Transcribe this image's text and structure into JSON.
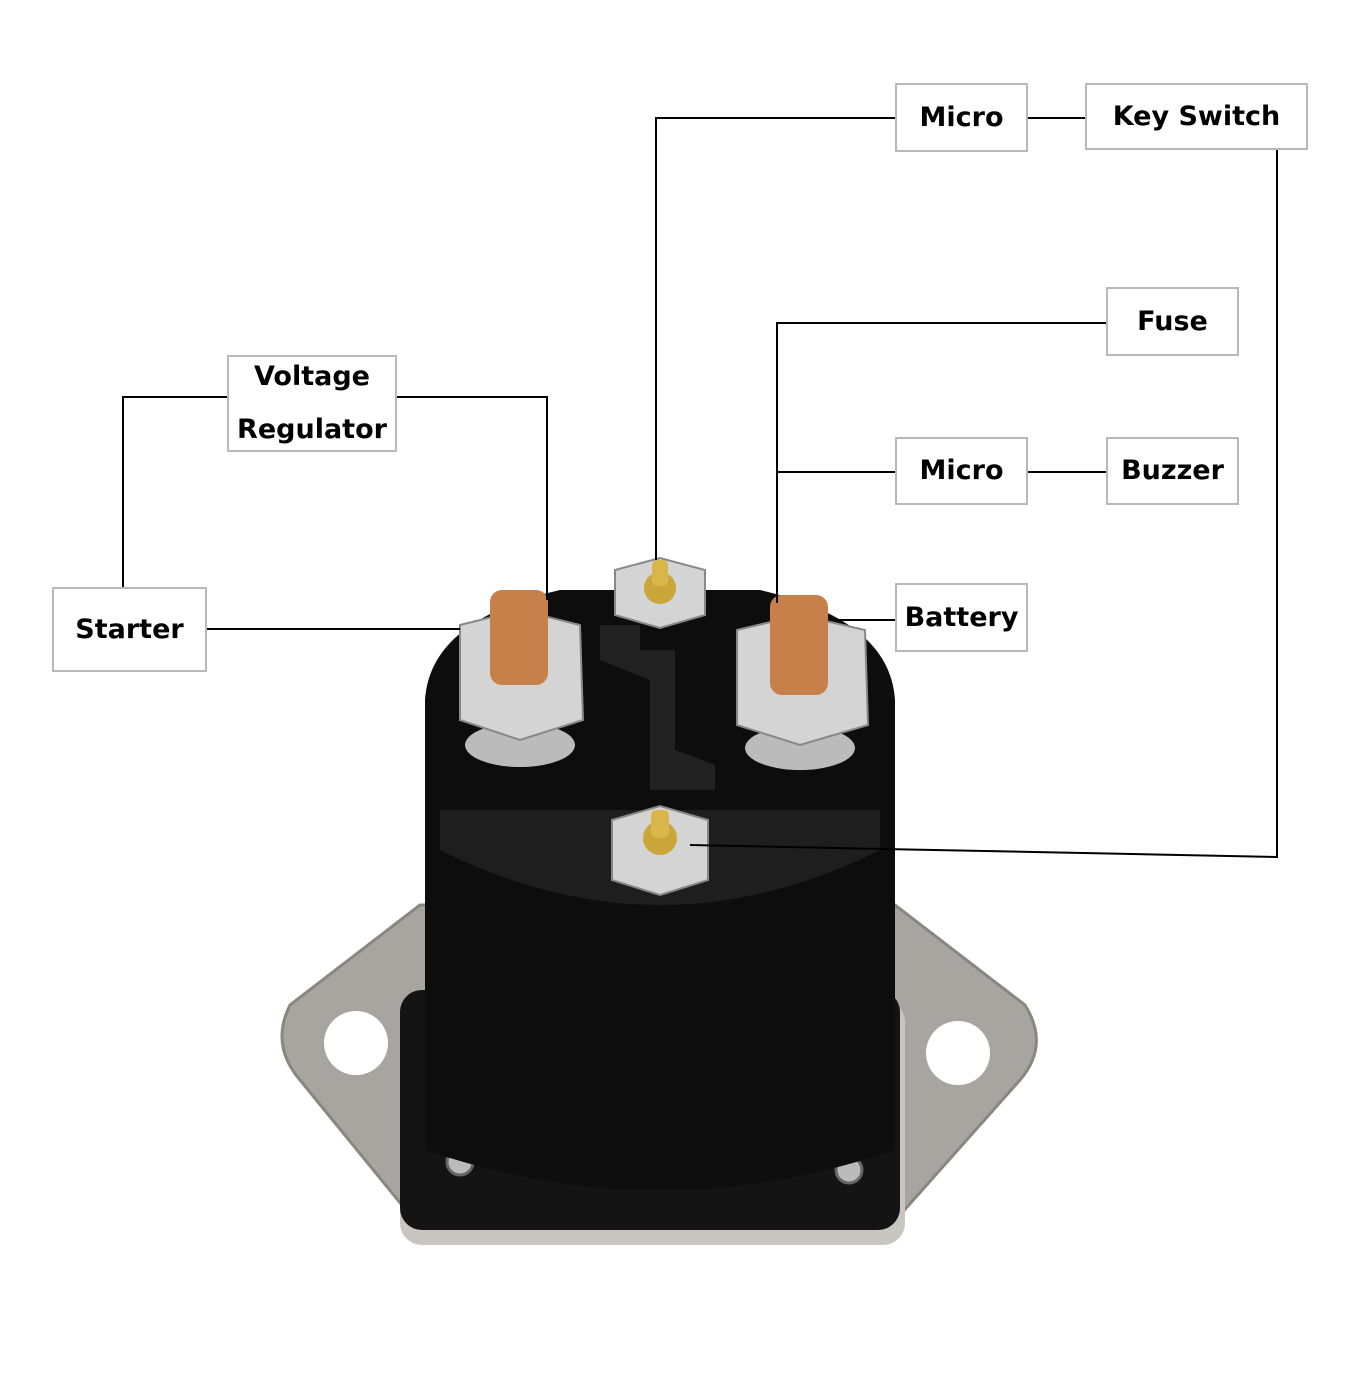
{
  "labels": {
    "micro_top": "Micro",
    "key_switch": "Key Switch",
    "fuse": "Fuse",
    "voltage_regulator_line1": "Voltage",
    "voltage_regulator_line2": "Regulator",
    "micro_mid": "Micro",
    "buzzer": "Buzzer",
    "starter": "Starter",
    "battery": "Battery"
  },
  "colors": {
    "line": "#000000",
    "box_border": "#b8b8b8",
    "solenoid_body": "#0d0d0d",
    "copper": "#c8804a",
    "bracket": "#a8a49f"
  }
}
